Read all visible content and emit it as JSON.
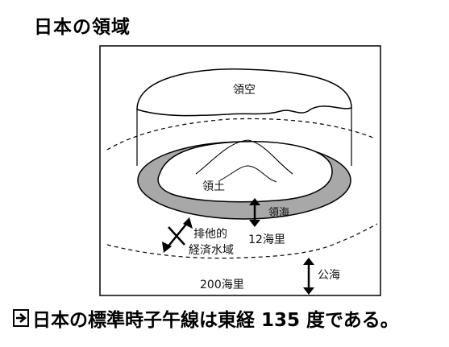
{
  "title": "日本の領域",
  "labels": {
    "airspace": "領空",
    "territory": "領土",
    "territorial_sea": "領海",
    "twelve_nm": "12海里",
    "eez_line1": "排他的",
    "eez_line2": "経済水域",
    "high_seas": "公海",
    "two_hundred_nm": "200海里"
  },
  "footer": {
    "icon": "arrow-right-icon",
    "text": "日本の標準時子午線は東経 135 度である。"
  },
  "colors": {
    "ink": "#000000",
    "territorial_sea_fill": "#a8a8a8",
    "land_fill": "#ffffff"
  }
}
